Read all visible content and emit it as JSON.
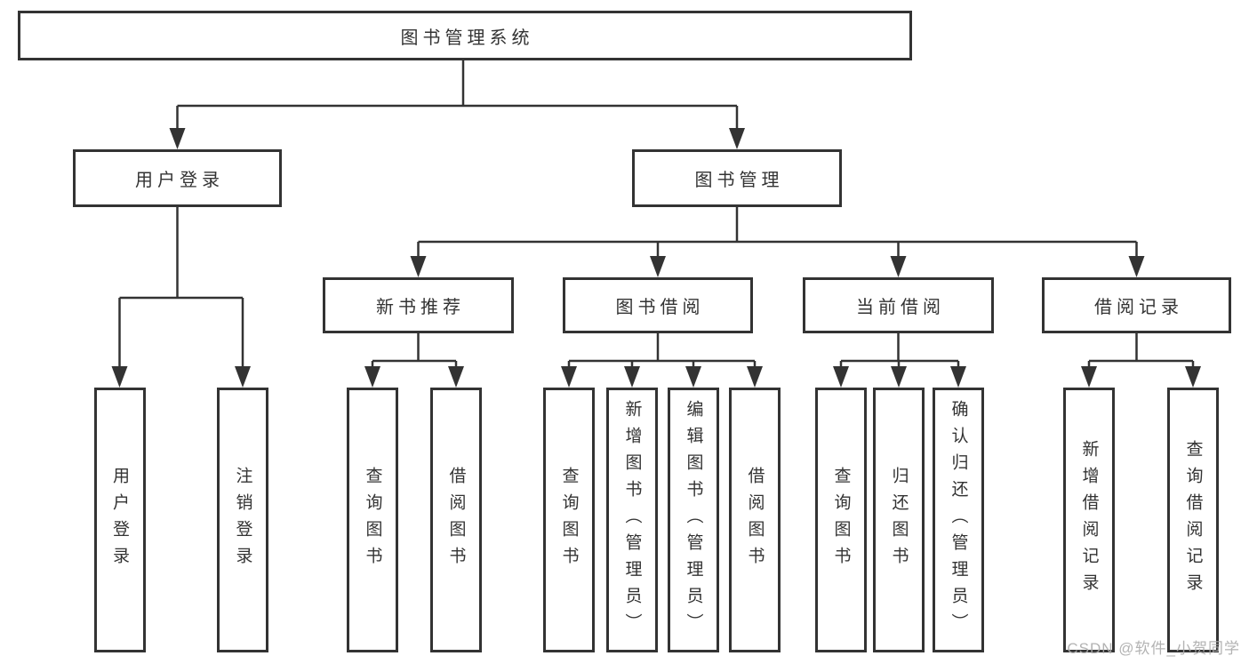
{
  "diagram": {
    "root": {
      "label": "图书管理系统"
    },
    "level2": [
      {
        "label": "用户登录"
      },
      {
        "label": "图书管理"
      }
    ],
    "level3": [
      {
        "label": "新书推荐"
      },
      {
        "label": "图书借阅"
      },
      {
        "label": "当前借阅"
      },
      {
        "label": "借阅记录"
      }
    ],
    "leaves": {
      "user_login": [
        {
          "label": "用户登录"
        },
        {
          "label": "注销登录"
        }
      ],
      "new_books": [
        {
          "label": "查询图书"
        },
        {
          "label": "借阅图书"
        }
      ],
      "borrow": [
        {
          "label": "查询图书"
        },
        {
          "label": "新增图书（管理员）"
        },
        {
          "label": "编辑图书（管理员）"
        },
        {
          "label": "借阅图书"
        }
      ],
      "current": [
        {
          "label": "查询图书"
        },
        {
          "label": "归还图书"
        },
        {
          "label": "确认归还（管理员）"
        }
      ],
      "records": [
        {
          "label": "新增借阅记录"
        },
        {
          "label": "查询借阅记录"
        }
      ]
    }
  },
  "watermark": "CSDN @软件_小贺同学",
  "colors": {
    "line": "#333333",
    "text": "#333333",
    "box_background": "#ffffff",
    "watermark": "#ababab",
    "background": "#ffffff"
  }
}
